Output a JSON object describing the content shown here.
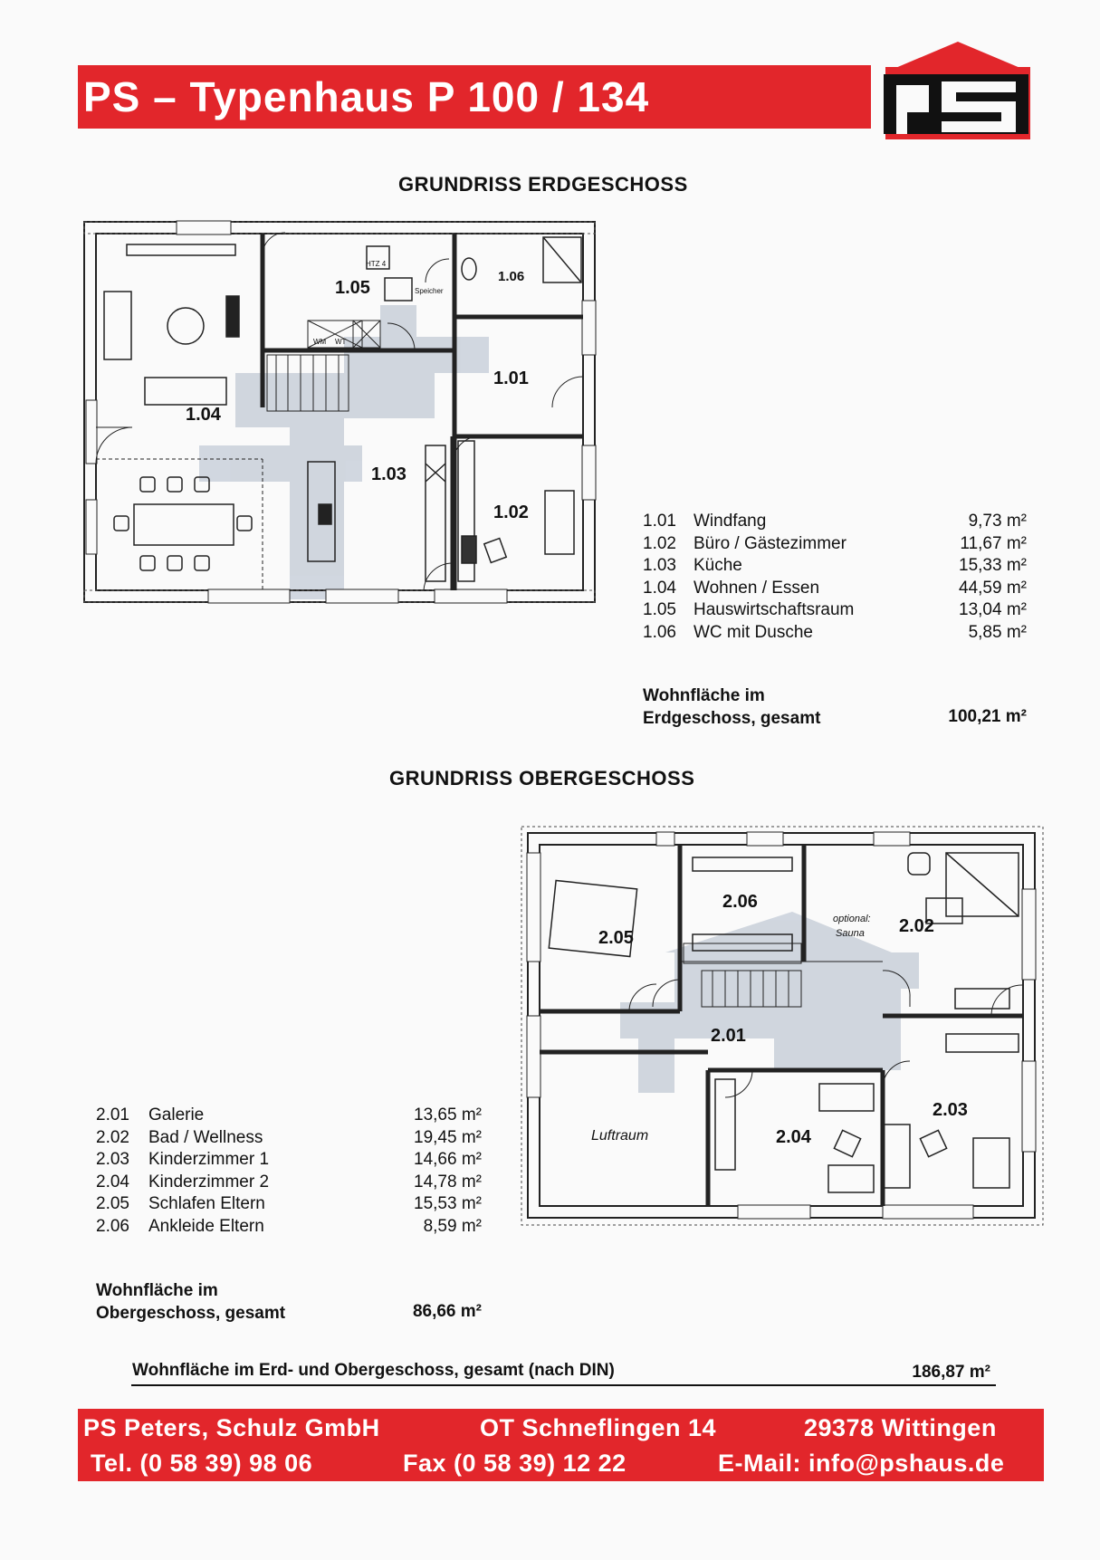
{
  "header": {
    "title": "PS – Typenhaus  P 100 / 134",
    "logo_text": "ps"
  },
  "ground_floor": {
    "title": "GRUNDRISS   ERDGESCHOSS",
    "plan_labels": {
      "r101": "1.01",
      "r102": "1.02",
      "r103": "1.03",
      "r104": "1.04",
      "r105": "1.05",
      "r106": "1.06",
      "htz": "HTZ 4",
      "speicher": "Speicher",
      "wm": "WM",
      "wt": "WT"
    },
    "rooms": [
      {
        "num": "1.01",
        "name": "Windfang",
        "area": "9,73 m²"
      },
      {
        "num": "1.02",
        "name": "Büro / Gästezimmer",
        "area": "11,67 m²"
      },
      {
        "num": "1.03",
        "name": "Küche",
        "area": "15,33 m²"
      },
      {
        "num": "1.04",
        "name": "Wohnen / Essen",
        "area": "44,59 m²"
      },
      {
        "num": "1.05",
        "name": "Hauswirtschaftsraum",
        "area": "13,04 m²"
      },
      {
        "num": "1.06",
        "name": "WC mit Dusche",
        "area": "5,85 m²"
      }
    ],
    "total_label_1": "Wohnfläche im",
    "total_label_2": "Erdgeschoss, gesamt",
    "total_value": "100,21 m²"
  },
  "upper_floor": {
    "title": "GRUNDRISS   OBERGESCHOSS",
    "plan_labels": {
      "r201": "2.01",
      "r202": "2.02",
      "r203": "2.03",
      "r204": "2.04",
      "r205": "2.05",
      "r206": "2.06",
      "optional": "optional:",
      "sauna": "Sauna",
      "luftraum": "Luftraum"
    },
    "rooms": [
      {
        "num": "2.01",
        "name": "Galerie",
        "area": "13,65 m²"
      },
      {
        "num": "2.02",
        "name": "Bad / Wellness",
        "area": "19,45 m²"
      },
      {
        "num": "2.03",
        "name": "Kinderzimmer 1",
        "area": "14,66 m²"
      },
      {
        "num": "2.04",
        "name": "Kinderzimmer 2",
        "area": "14,78 m²"
      },
      {
        "num": "2.05",
        "name": "Schlafen Eltern",
        "area": "15,53 m²"
      },
      {
        "num": "2.06",
        "name": "Ankleide Eltern",
        "area": "8,59 m²"
      }
    ],
    "total_label_1": "Wohnfläche im",
    "total_label_2": "Obergeschoss, gesamt",
    "total_value": "86,66 m²"
  },
  "grand_total": {
    "label": "Wohnfläche im Erd- und Obergeschoss, gesamt (nach DIN)",
    "value": "186,87 m²"
  },
  "footer": {
    "company": "PS Peters, Schulz GmbH",
    "street": "OT Schneflingen 14",
    "city": "29378 Wittingen",
    "tel": "Tel. (0 58 39) 98 06",
    "fax": "Fax (0 58 39) 12 22",
    "email": "E-Mail: info@pshaus.de"
  },
  "colors": {
    "brand_red": "#e2262b",
    "plan_shadow": "#c9d0da"
  }
}
